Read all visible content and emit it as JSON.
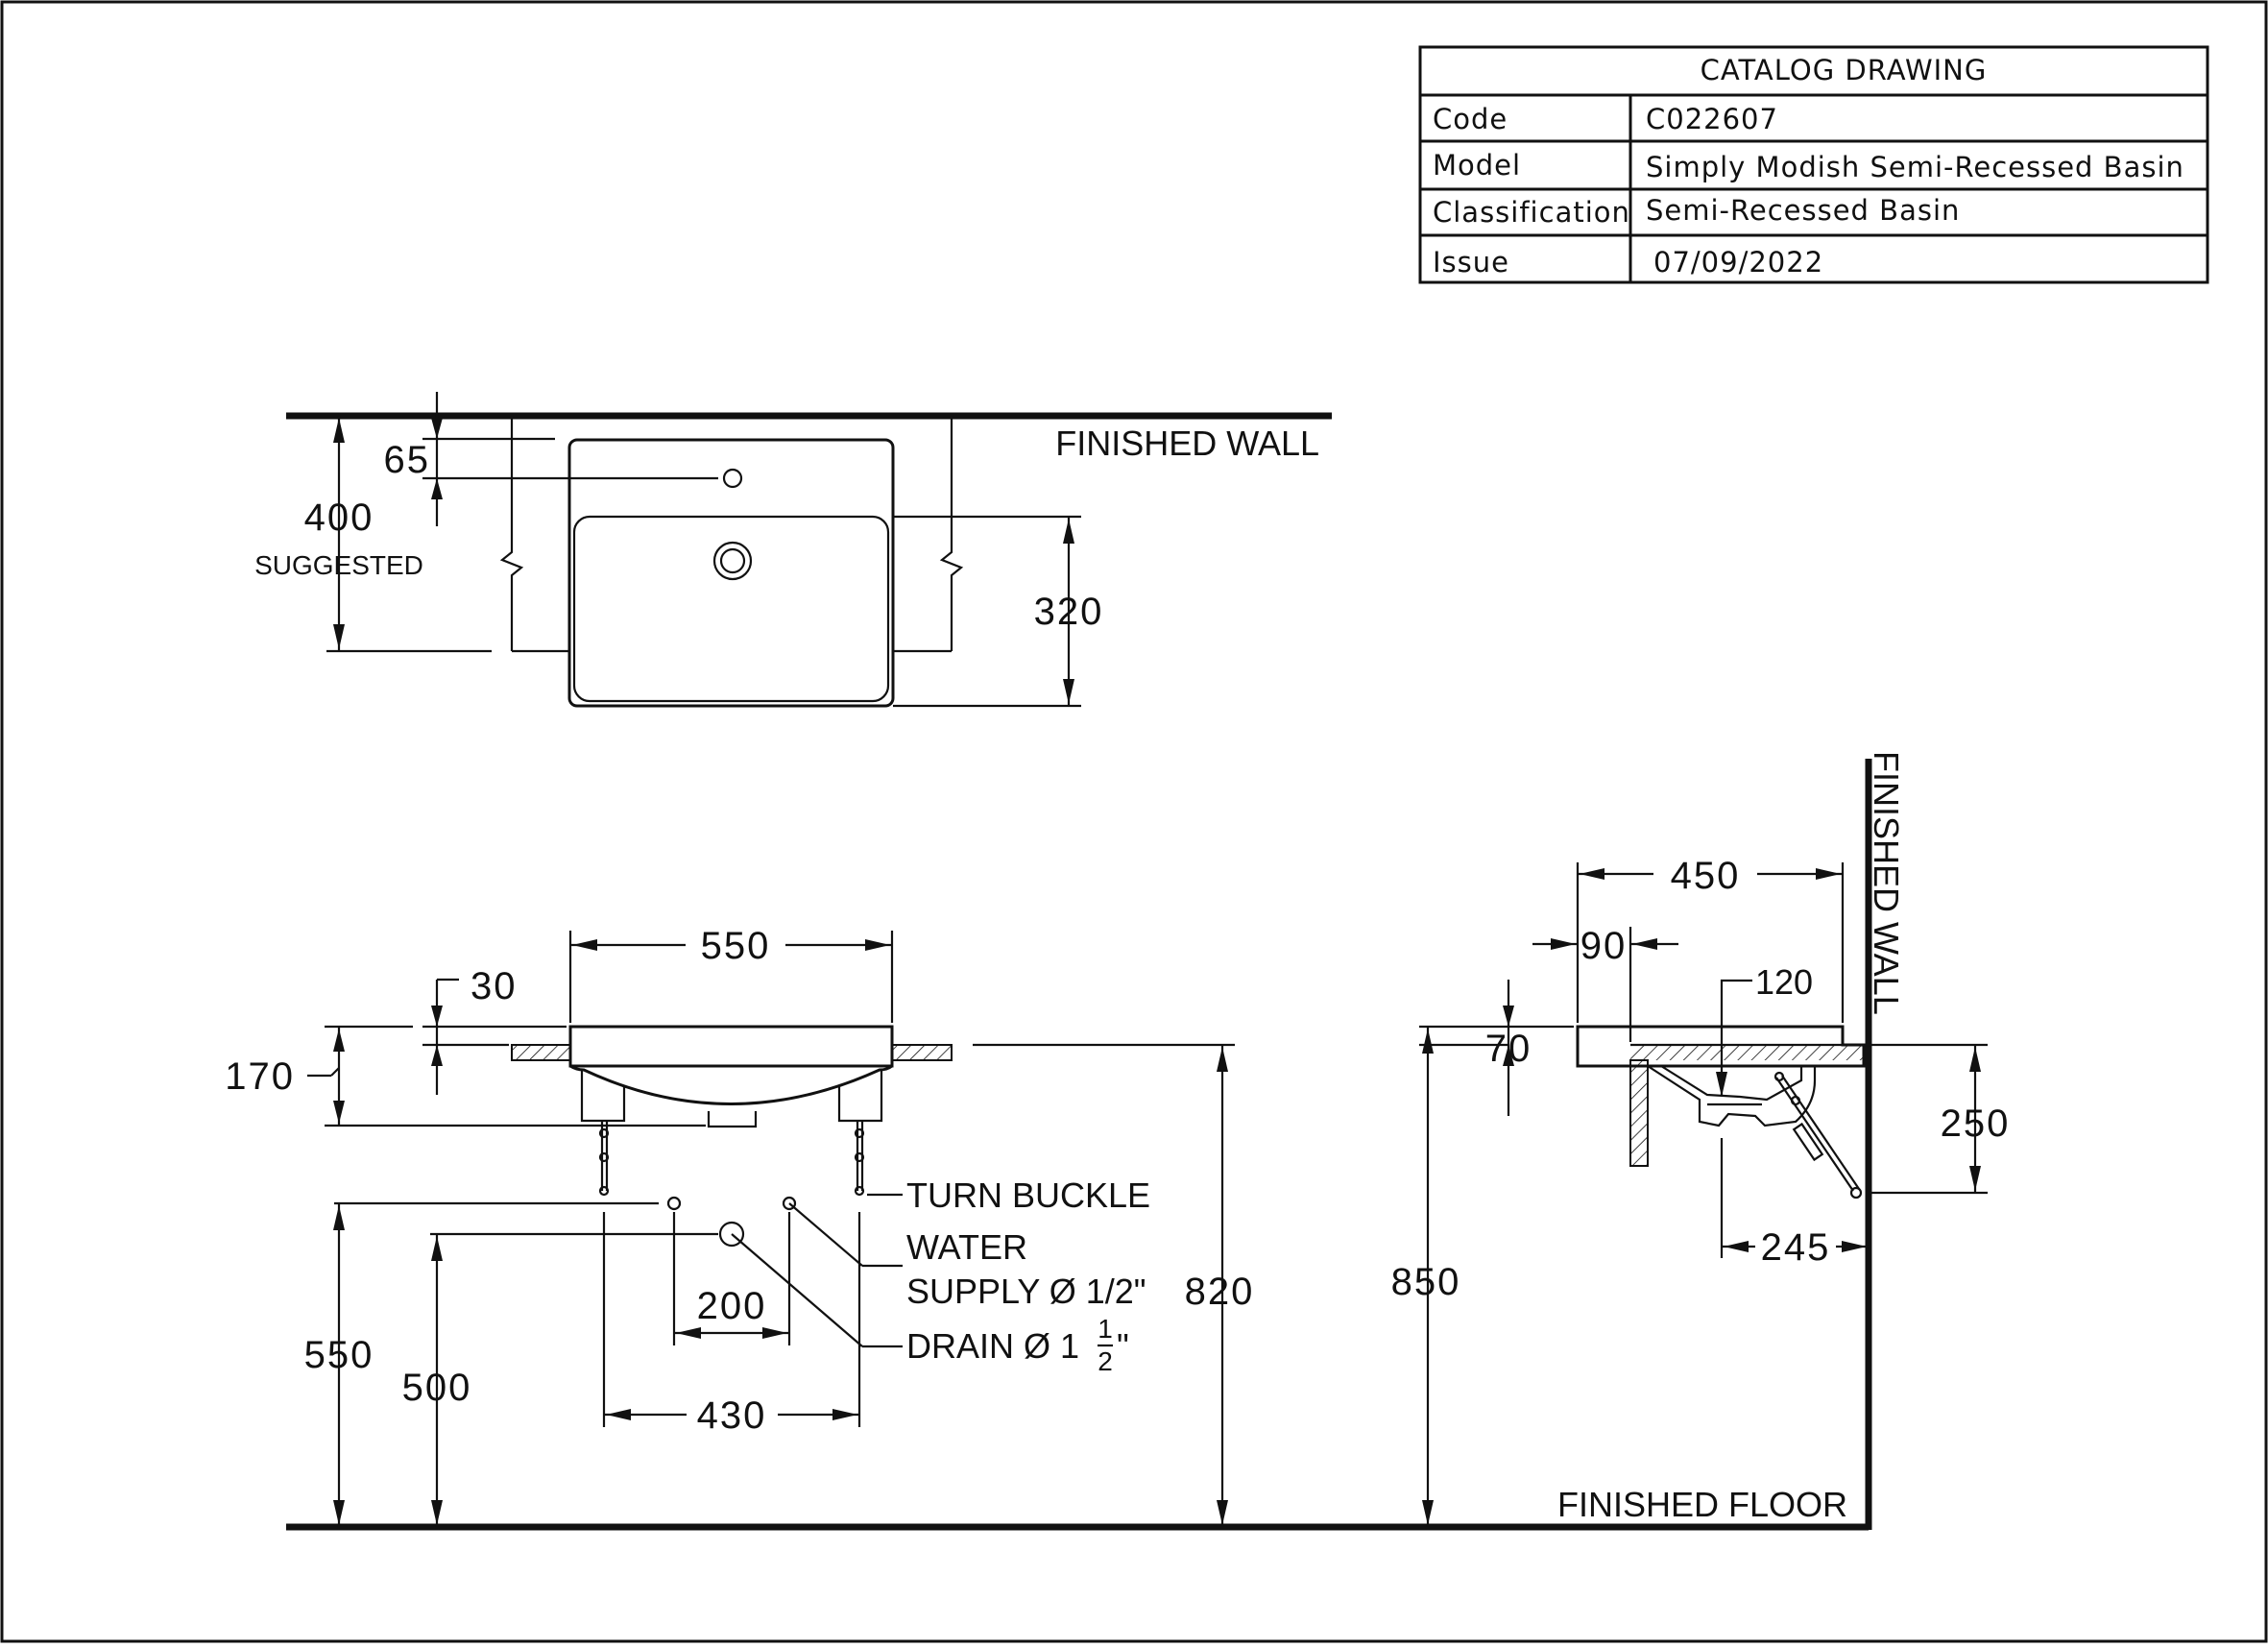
{
  "title_block": {
    "heading": "CATALOG  DRAWING",
    "rows": [
      {
        "label": "Code",
        "value": "C022607"
      },
      {
        "label": "Model",
        "value": "Simply  Modish  Semi-Recessed  Basin"
      },
      {
        "label": "Classification",
        "value": "Semi-Recessed  Basin"
      },
      {
        "label": "Issue",
        "value": "07/09/2022"
      }
    ]
  },
  "labels": {
    "finished_wall_top": "FINISHED WALL",
    "finished_wall_side": "FINISHED WALL",
    "finished_floor": "FINISHED FLOOR",
    "suggested": "SUGGESTED",
    "turn_buckle": "TURN BUCKLE",
    "water_supply_line1": "WATER",
    "water_supply_line2": "SUPPLY Ø 1/2\"",
    "drain_prefix": "DRAIN Ø 1",
    "drain_num": "1",
    "drain_den": "2",
    "drain_suffix": "\""
  },
  "dimensions": {
    "top_65": "65",
    "top_400": "400",
    "top_320": "320",
    "front_550": "550",
    "front_30": "30",
    "front_170": "170",
    "front_820": "820",
    "front_550_height": "550",
    "front_500": "500",
    "front_200": "200",
    "front_430": "430",
    "side_450": "450",
    "side_90": "90",
    "side_120": "120",
    "side_70": "70",
    "side_850": "850",
    "side_250": "250",
    "side_245": "245"
  }
}
